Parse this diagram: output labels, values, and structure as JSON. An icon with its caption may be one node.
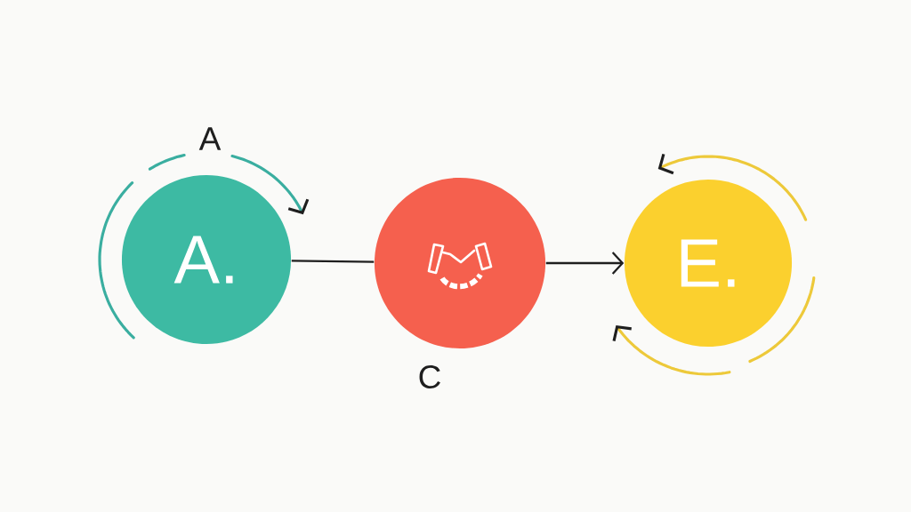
{
  "diagram": {
    "nodes": [
      {
        "text": [
          "A."
        ],
        "beside": [
          "A"
        ]
      },
      {
        "text": [],
        "shape": "circle",
        "beside": [
          "C"
        ]
      },
      {
        "text": [
          "E."
        ]
      }
    ],
    "edges": [
      {
        "from": 0,
        "to": 1,
        "arrow": "none"
      },
      {
        "from": 1,
        "to": 2,
        "arrow": "to"
      }
    ]
  }
}
